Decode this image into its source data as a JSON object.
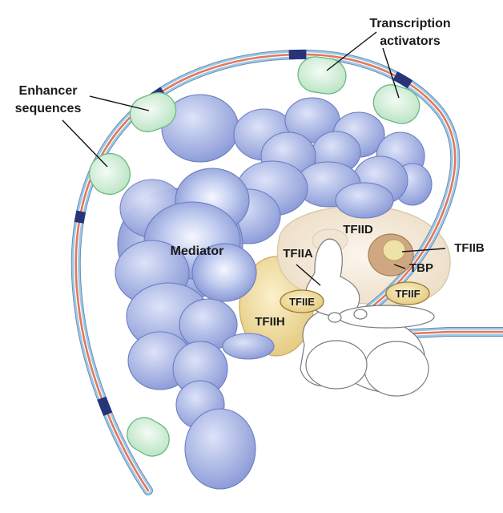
{
  "labels": {
    "transcription_activators_line1": "Transcription",
    "transcription_activators_line2": "activators",
    "enhancer_line1": "Enhancer",
    "enhancer_line2": "sequences",
    "mediator": "Mediator",
    "tfiid": "TFIID",
    "tfiia": "TFIIA",
    "tfiib": "TFIIB",
    "tbp": "TBP",
    "tfiie": "TFIIE",
    "tfiif": "TFIIF",
    "tfiih": "TFIIH"
  },
  "colors": {
    "mediator_fill": "#8e9ed8",
    "mediator_stroke": "#6c7cc0",
    "activator_fill": "#cdeed4",
    "activator_stroke": "#6cb880",
    "dna_red": "#e0785a",
    "dna_blue": "#9cc8e8",
    "enhancer_band": "#27347a",
    "tfiid_fill": "#f3e8da",
    "general_factor_fill": "#e8d090",
    "tbp_fill": "#d8b088",
    "polymerase_fill": "#ffffff"
  }
}
